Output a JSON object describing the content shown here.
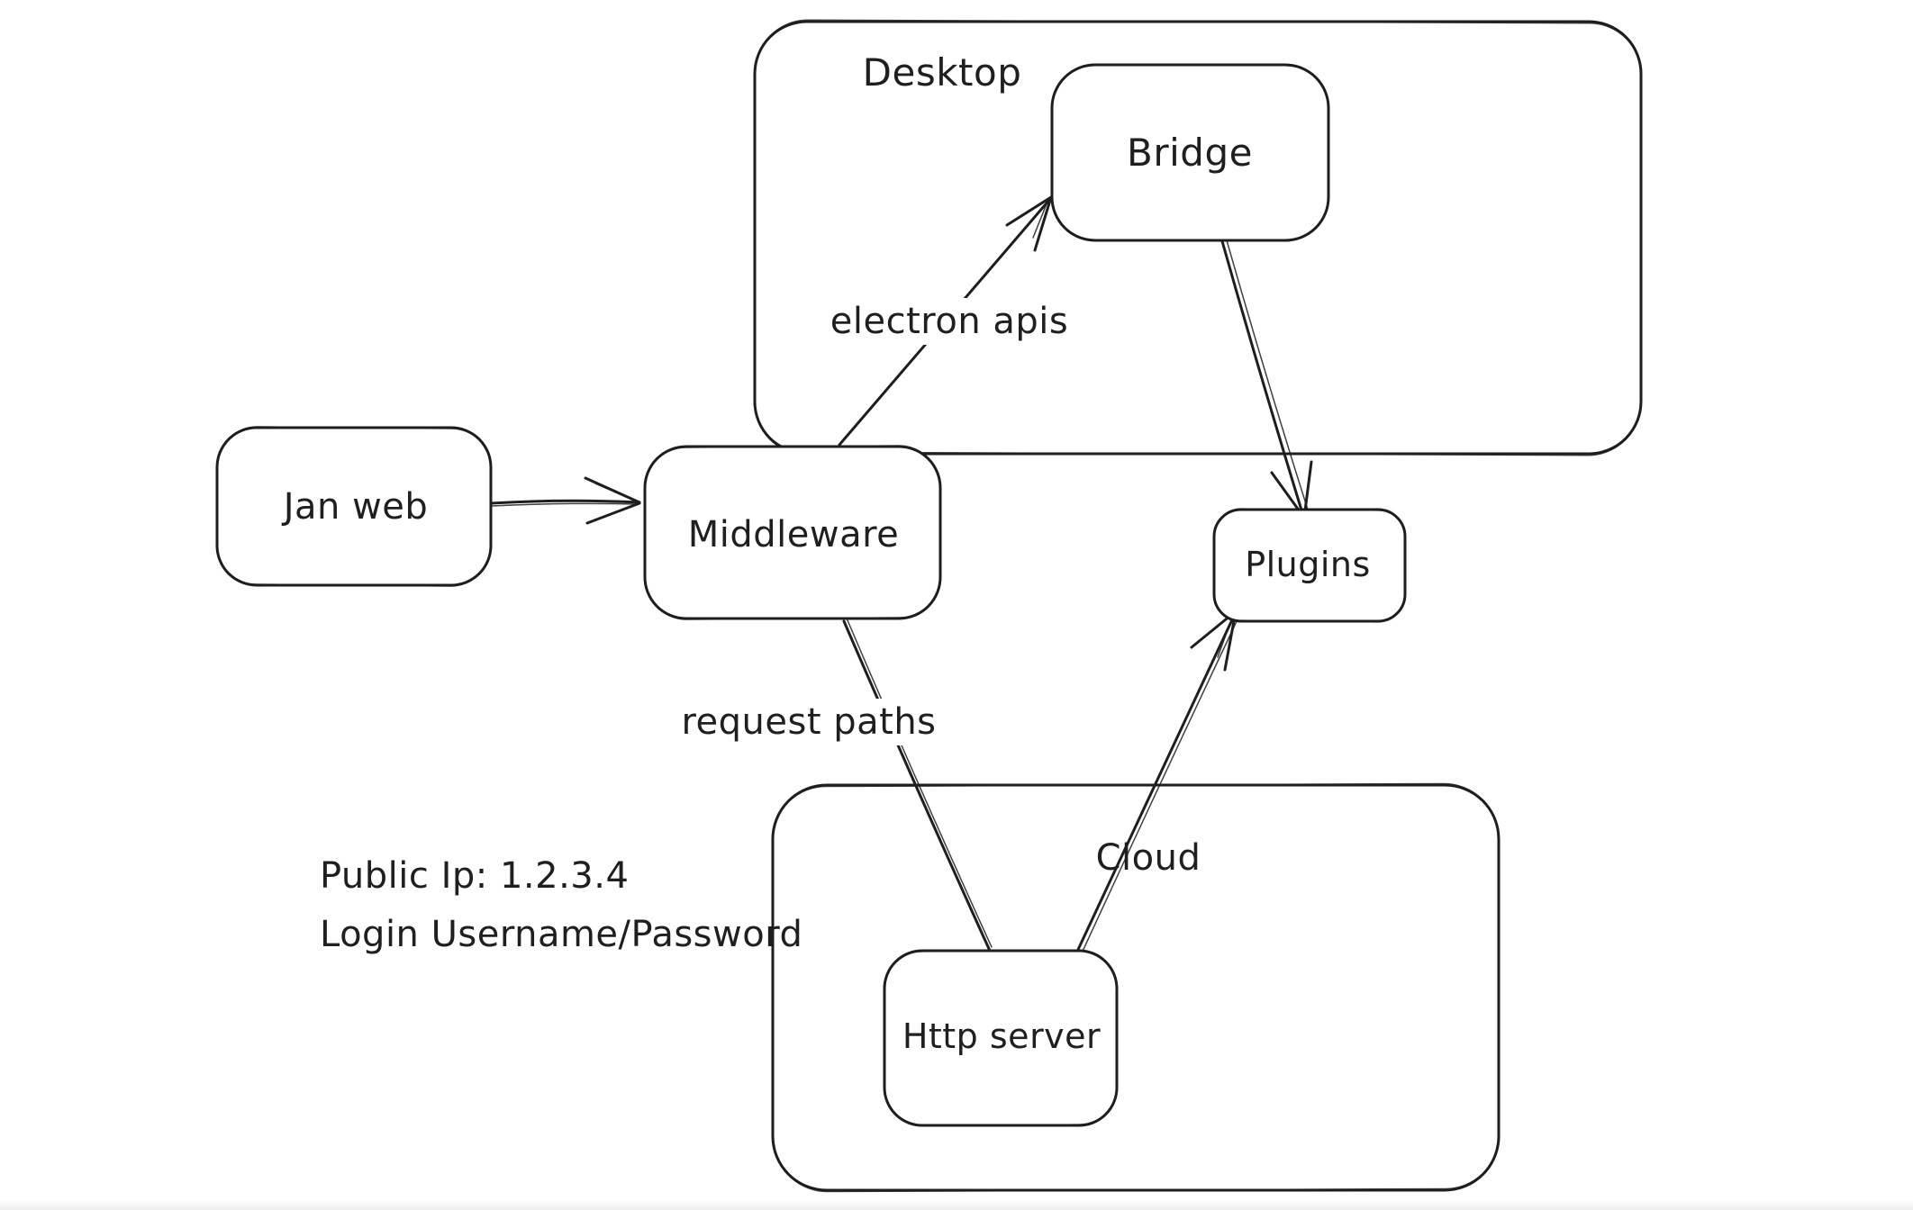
{
  "canvas": {
    "background": "#ffffff",
    "stroke_color": "#1e1e1e"
  },
  "containers": [
    {
      "id": "desktop",
      "label": "Desktop"
    },
    {
      "id": "cloud",
      "label": "Cloud"
    }
  ],
  "nodes": [
    {
      "id": "jan-web",
      "label": "Jan web"
    },
    {
      "id": "middleware",
      "label": "Middleware"
    },
    {
      "id": "bridge",
      "label": "Bridge"
    },
    {
      "id": "plugins",
      "label": "Plugins"
    },
    {
      "id": "http-server",
      "label": "Http server"
    }
  ],
  "edges": [
    {
      "from": "Jan web",
      "to": "Middleware",
      "label": "",
      "arrowhead": "end"
    },
    {
      "from": "Middleware",
      "to": "Bridge",
      "label": "electron apis",
      "arrowhead": "end"
    },
    {
      "from": "Bridge",
      "to": "Plugins",
      "label": "",
      "arrowhead": "end"
    },
    {
      "from": "Middleware",
      "to": "Http server",
      "label": "request paths",
      "arrowhead": "none"
    },
    {
      "from": "Http server",
      "to": "Plugins",
      "label": "",
      "arrowhead": "end"
    }
  ],
  "annotation": {
    "line1": "Public Ip: 1.2.3.4",
    "line2": "Login Username/Password"
  }
}
